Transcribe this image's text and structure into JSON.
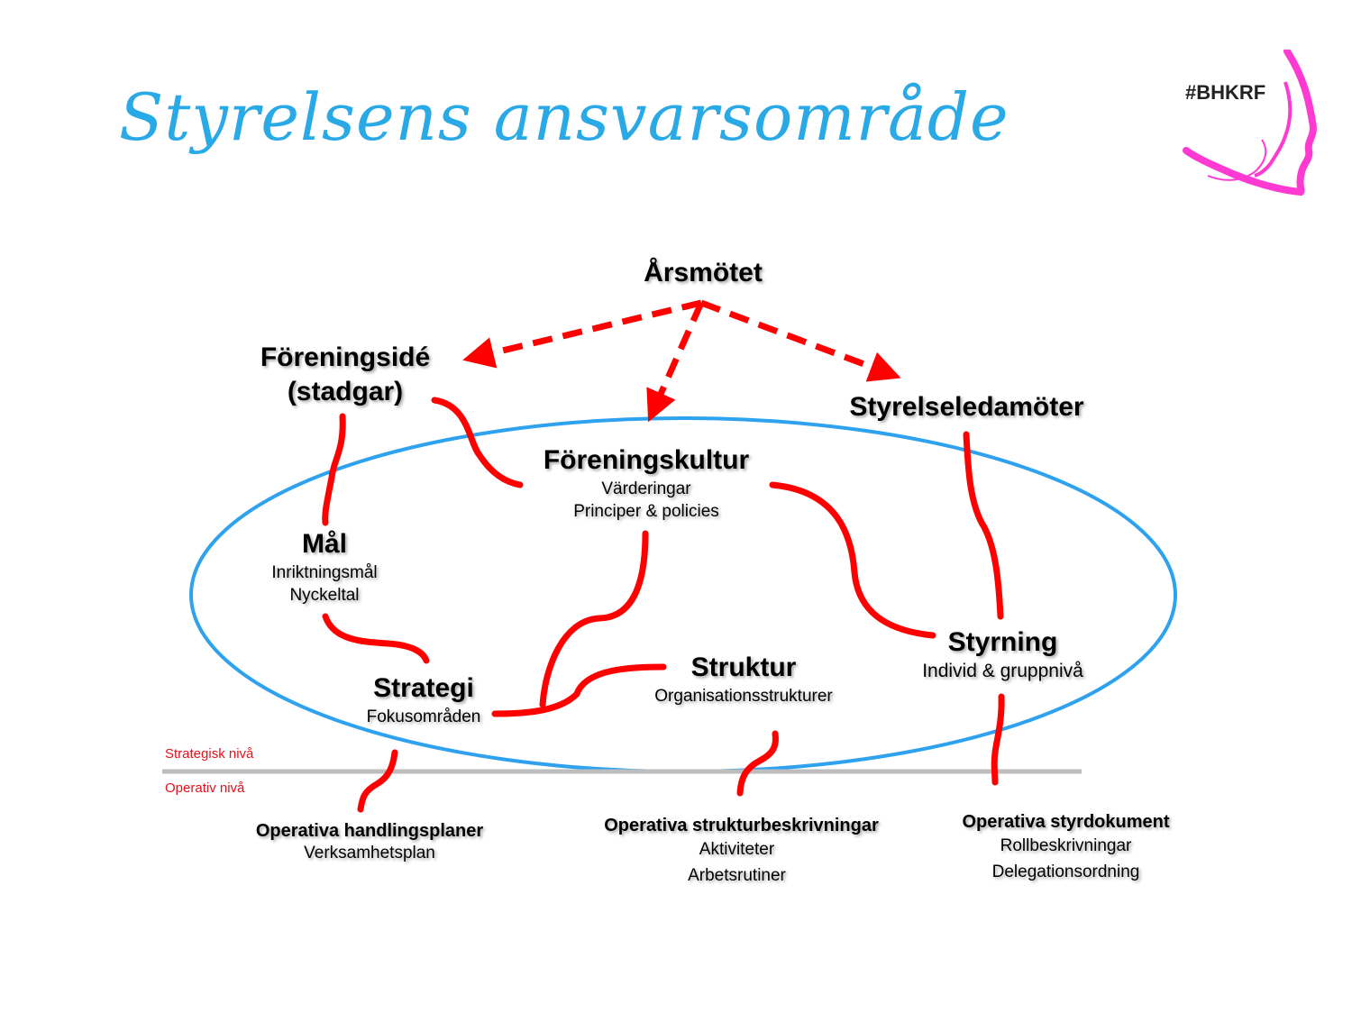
{
  "title": "Styrelsens ansvarsområde",
  "logo": {
    "text": "#BHKRF",
    "color": "#ff3ad2"
  },
  "colors": {
    "title": "#29a9e6",
    "ellipse": "#2ea2ee",
    "connector": "#ff0000",
    "divider": "#bdbdbd",
    "level_label": "#e8101a"
  },
  "nodes": {
    "arsmotet": {
      "title": "Årsmötet"
    },
    "foreningside": {
      "title": "Föreningsidé",
      "title2": "(stadgar)"
    },
    "styrelseledamoter": {
      "title": "Styrelseledamöter"
    },
    "foreningskultur": {
      "title": "Föreningskultur",
      "lines": [
        "Värderingar",
        "Principer & policies"
      ]
    },
    "mal": {
      "title": "Mål",
      "lines": [
        "Inriktningsmål",
        "Nyckeltal"
      ]
    },
    "strategi": {
      "title": "Strategi",
      "lines": [
        "Fokusområden"
      ]
    },
    "struktur": {
      "title": "Struktur",
      "lines": [
        "Organisationsstrukturer"
      ]
    },
    "styrning": {
      "title": "Styrning",
      "lines": [
        "Individ & gruppnivå"
      ]
    }
  },
  "levels": {
    "strategic": "Strategisk nivå",
    "operative": "Operativ nivå"
  },
  "operative": {
    "handlingsplaner": {
      "title": "Operativa handlingsplaner",
      "lines": [
        "Verksamhetsplan"
      ]
    },
    "strukturbeskrivningar": {
      "title": "Operativa strukturbeskrivningar",
      "lines": [
        "Aktiviteter",
        "Arbetsrutiner"
      ]
    },
    "styrdokument": {
      "title": "Operativa styrdokument",
      "lines": [
        "Rollbeskrivningar",
        "Delegationsordning"
      ]
    }
  }
}
